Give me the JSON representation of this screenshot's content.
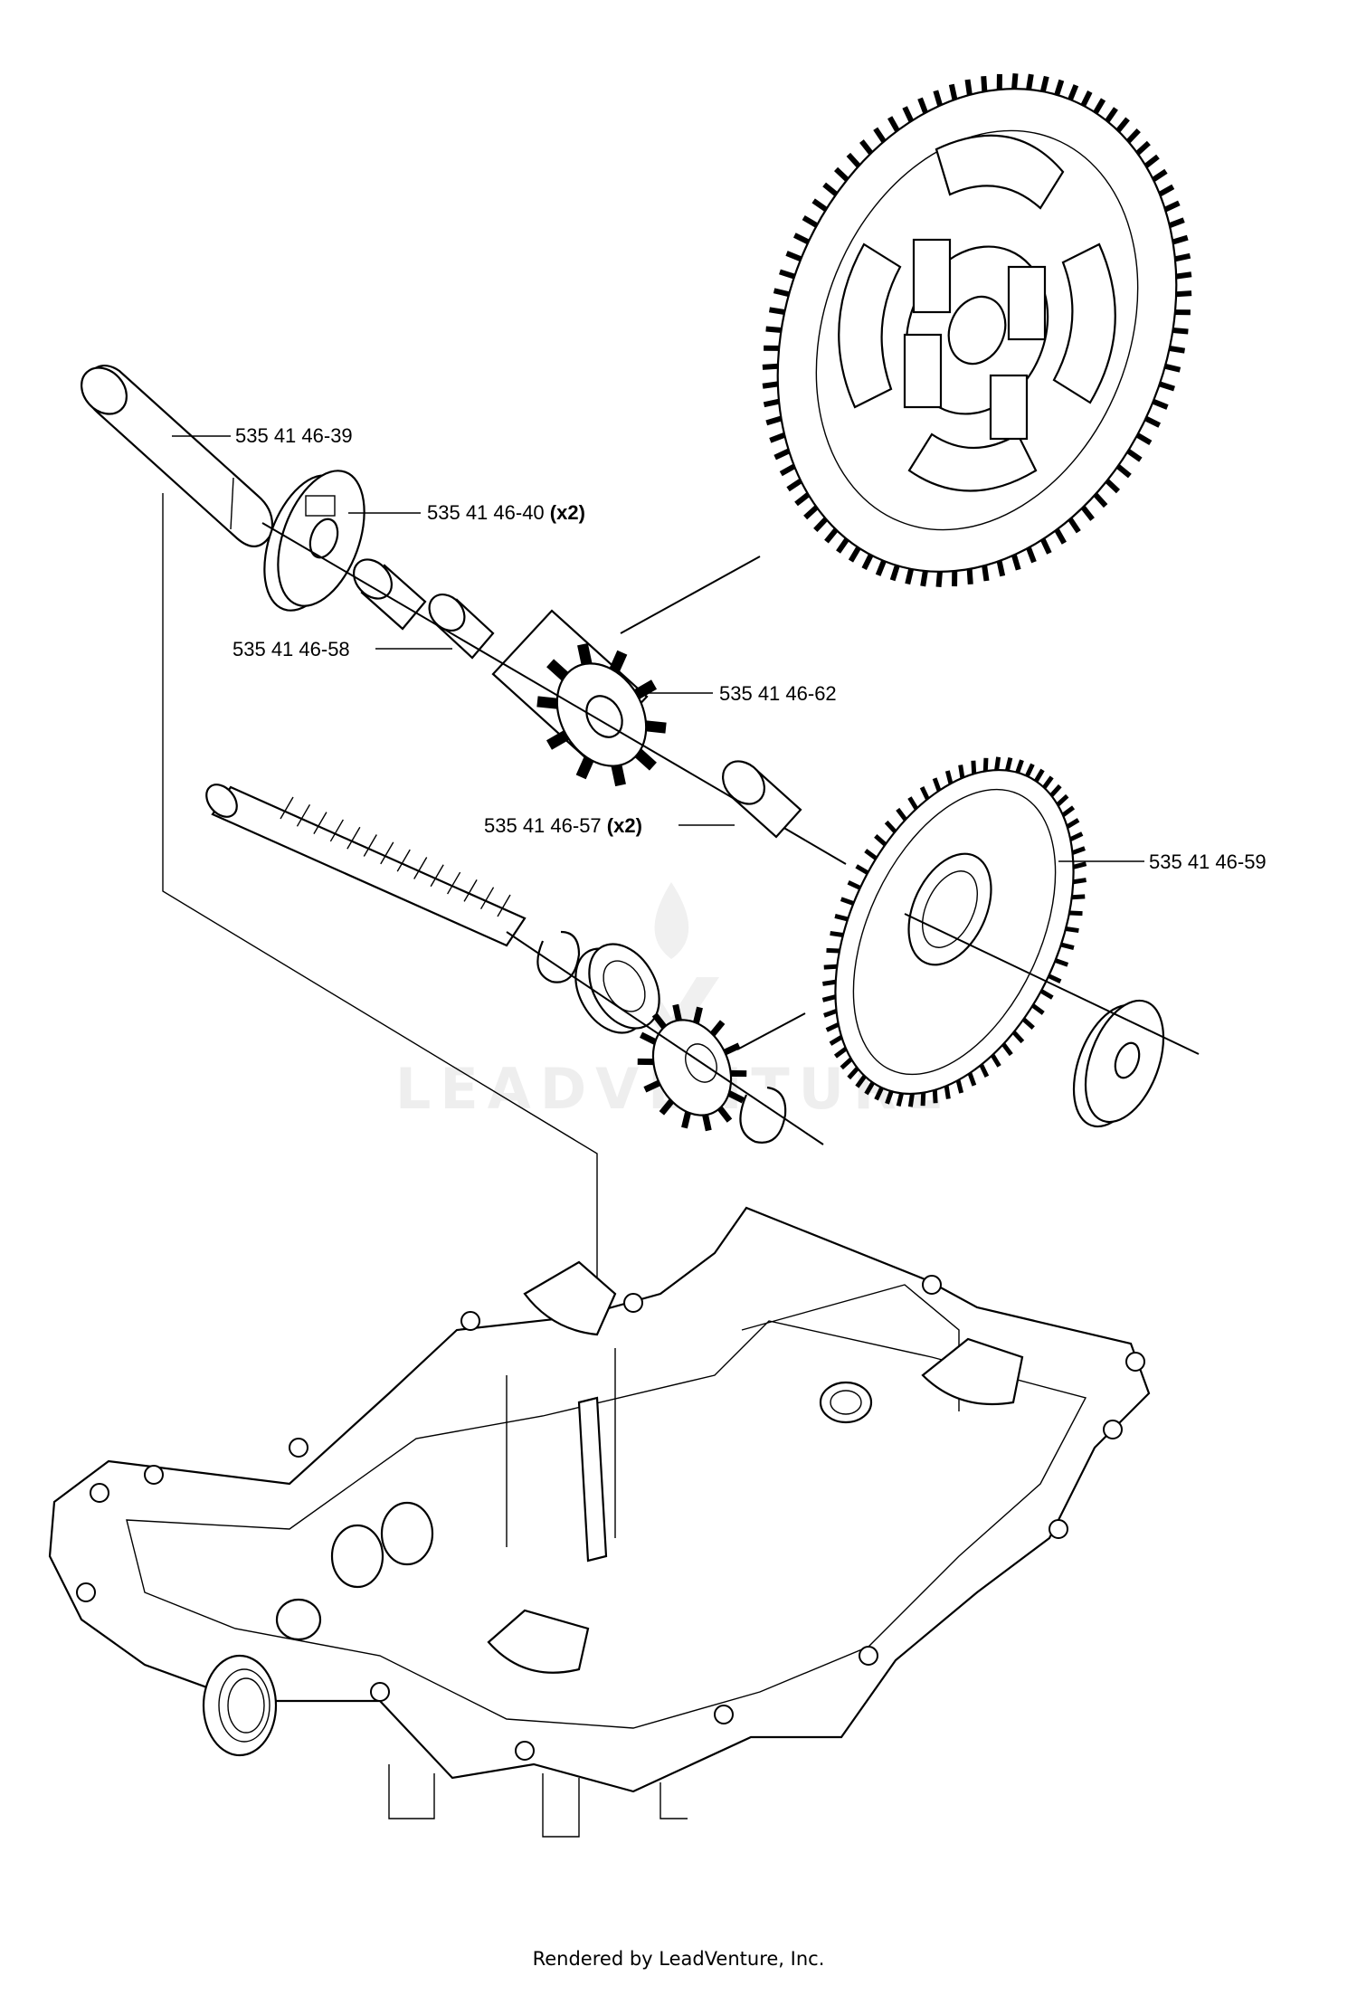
{
  "diagram": {
    "watermark": "LEADVENTURE",
    "footer": "Rendered by LeadVenture, Inc.",
    "callouts": [
      {
        "id": "pin",
        "text": "535 41 46-39",
        "qty": ""
      },
      {
        "id": "washer",
        "text": "535 41 46-40",
        "qty": "(x2)"
      },
      {
        "id": "bushing-a",
        "text": "535 41 46-58",
        "qty": ""
      },
      {
        "id": "pinion",
        "text": "535 41 46-62",
        "qty": ""
      },
      {
        "id": "bushing-b",
        "text": "535 41 46-57",
        "qty": "(x2)"
      },
      {
        "id": "gear-small",
        "text": "535 41 46-59",
        "qty": ""
      }
    ]
  }
}
